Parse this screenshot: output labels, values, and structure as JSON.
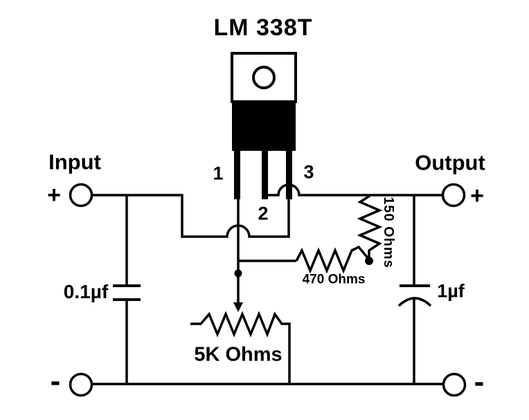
{
  "title": "LM 338T",
  "terminals": {
    "input_label": "Input",
    "output_label": "Output",
    "input_plus": "+",
    "output_plus": "+",
    "input_minus": "-",
    "output_minus": "-"
  },
  "pins": {
    "pin1": "1",
    "pin2": "2",
    "pin3": "3"
  },
  "components": {
    "input_capacitor": {
      "label": "0.1µf"
    },
    "output_capacitor": {
      "label": "1µf"
    },
    "resistor_150": {
      "label": "150 Ohms"
    },
    "resistor_470": {
      "label": "470 Ohms"
    },
    "potentiometer_5k": {
      "label": "5K Ohms"
    }
  },
  "colors": {
    "ink": "#000000",
    "background": "#ffffff"
  }
}
